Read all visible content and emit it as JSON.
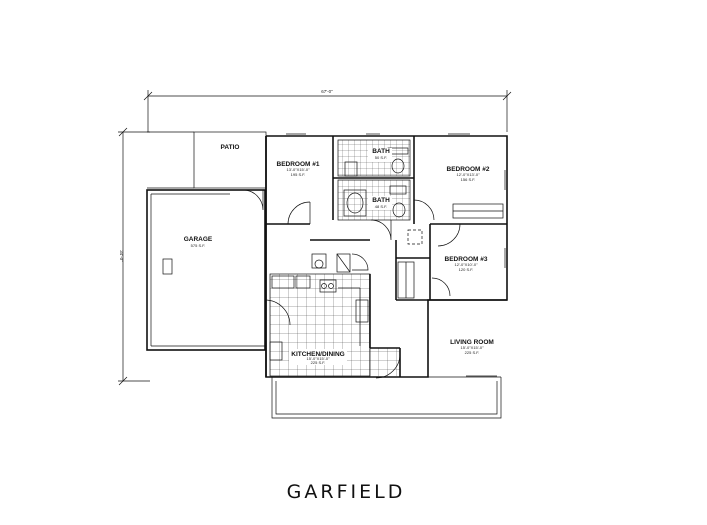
{
  "plan": {
    "name": "GARFIELD",
    "overall_width": "67'-0\"",
    "overall_depth": "34'-0\"",
    "rooms": {
      "patio": {
        "label": "PATIO"
      },
      "garage": {
        "label": "GARAGE",
        "size": "575 S.F."
      },
      "bedroom1": {
        "label": "BEDROOM #1",
        "dims": "13'-0\"X15'-0\"",
        "size": "195 S.F."
      },
      "bath1": {
        "label": "BATH",
        "size": "50 S.F."
      },
      "bath2": {
        "label": "BATH",
        "size": "48 S.F."
      },
      "bedroom2": {
        "label": "BEDROOM #2",
        "dims": "12'-0\"X13'-0\"",
        "size": "156 S.F."
      },
      "bedroom3": {
        "label": "BEDROOM #3",
        "dims": "12'-0\"X10'-0\"",
        "size": "120 S.F."
      },
      "living": {
        "label": "LIVING ROOM",
        "dims": "15'-0\"X15'-0\"",
        "size": "225 S.F."
      },
      "kitchen": {
        "label": "KITCHEN/DINING",
        "dims": "15'-0\"X15'-0\"",
        "size": "225 S.F."
      }
    }
  }
}
